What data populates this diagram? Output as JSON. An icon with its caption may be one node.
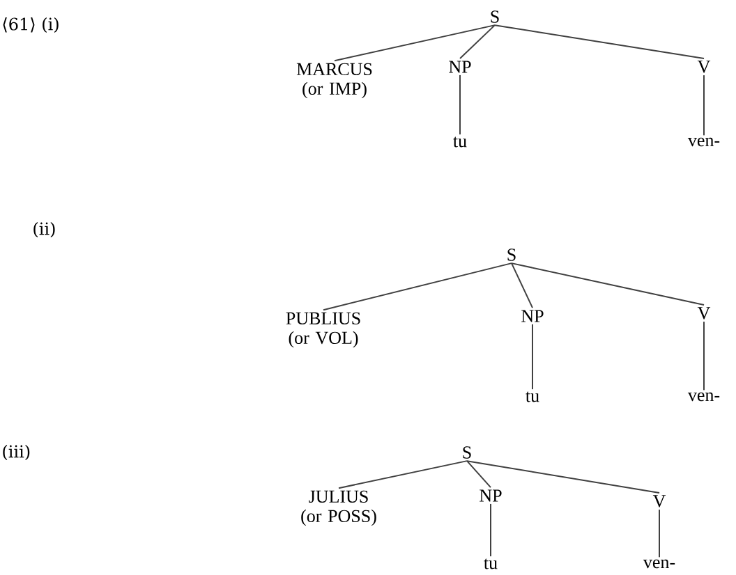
{
  "diagram": {
    "nodes": [
      {
        "text": [
          "S"
        ]
      },
      {
        "text": [
          "MARCUS (or IMP)"
        ]
      },
      {
        "text": [
          "NP"
        ]
      },
      {
        "text": [
          "V"
        ]
      },
      {
        "text": [
          "tu"
        ]
      },
      {
        "text": [
          "ven-"
        ]
      },
      {
        "text": [
          "S"
        ]
      },
      {
        "text": [
          "PUBLIUS (or VOL)"
        ]
      },
      {
        "text": [
          "NP"
        ]
      },
      {
        "text": [
          "V"
        ]
      },
      {
        "text": [
          "tu"
        ]
      },
      {
        "text": [
          "ven-"
        ]
      },
      {
        "text": [
          "S"
        ]
      },
      {
        "text": [
          "JULIUS (or POSS)"
        ]
      },
      {
        "text": [
          "NP"
        ]
      },
      {
        "text": [
          "V"
        ]
      },
      {
        "text": [
          "tu"
        ]
      },
      {
        "text": [
          "ven-"
        ]
      }
    ],
    "edges": [
      {
        "from": 0,
        "to": 1,
        "arrow": "none"
      },
      {
        "from": 0,
        "to": 2,
        "arrow": "none"
      },
      {
        "from": 0,
        "to": 3,
        "arrow": "none"
      },
      {
        "from": 2,
        "to": 4,
        "arrow": "none"
      },
      {
        "from": 3,
        "to": 5,
        "arrow": "none"
      },
      {
        "from": 6,
        "to": 7,
        "arrow": "none"
      },
      {
        "from": 6,
        "to": 8,
        "arrow": "none"
      },
      {
        "from": 6,
        "to": 9,
        "arrow": "none"
      },
      {
        "from": 8,
        "to": 10,
        "arrow": "none"
      },
      {
        "from": 9,
        "to": 11,
        "arrow": "none"
      },
      {
        "from": 12,
        "to": 13,
        "arrow": "none"
      },
      {
        "from": 12,
        "to": 14,
        "arrow": "none"
      },
      {
        "from": 12,
        "to": 15,
        "arrow": "none"
      },
      {
        "from": 14,
        "to": 16,
        "arrow": "none"
      },
      {
        "from": 15,
        "to": 17,
        "arrow": "none"
      }
    ],
    "labels": [
      "⟨61⟩ (i)",
      "(ii)",
      "(iii)"
    ]
  }
}
